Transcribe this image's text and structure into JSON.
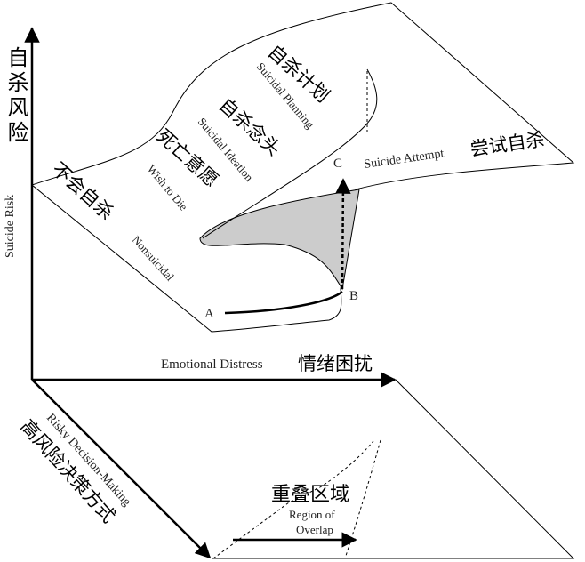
{
  "axes": {
    "y_cn": "自杀风险",
    "y_en": "Suicide Risk",
    "x_en": "Emotional Distress",
    "x_cn": "情绪困扰",
    "z_en": "Risky Decision-Making",
    "z_cn": "高风险决策方式"
  },
  "regions": {
    "nonsuicidal_cn": "不会自杀",
    "nonsuicidal_en": "Nonsuicidal",
    "wish_cn": "死亡意愿",
    "wish_en": "Wish to Die",
    "ideation_cn": "自杀念头",
    "ideation_en": "Suicidal Ideation",
    "planning_cn": "自杀计划",
    "planning_en": "Suicidal Planning",
    "attempt_en": "Suicide Attempt",
    "attempt_cn": "尝试自杀"
  },
  "points": {
    "a": "A",
    "b": "B",
    "c": "C"
  },
  "overlap": {
    "cn": "重叠区域",
    "en_line1": "Region of",
    "en_line2": "Overlap"
  },
  "colors": {
    "fold_fill": "#cccccc",
    "line": "#000000"
  }
}
